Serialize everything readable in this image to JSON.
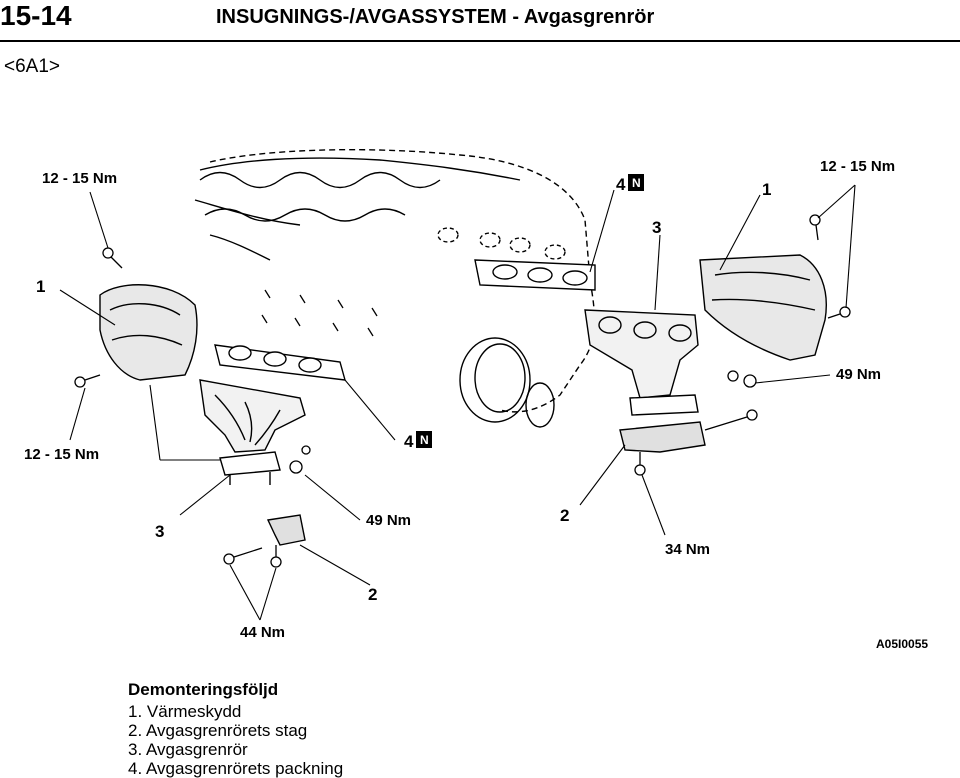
{
  "header": {
    "page_number": "15-14",
    "title": "INSUGNINGS-/AVGASSYSTEM",
    "separator": "-",
    "subtitle": "Avgasgrenrör"
  },
  "model_code": "<6A1>",
  "diagram": {
    "torque_12_15": "12 - 15 Nm",
    "torque_49": "49 Nm",
    "torque_34": "34 Nm",
    "torque_44": "44 Nm",
    "callout_1": "1",
    "callout_2": "2",
    "callout_3": "3",
    "callout_4": "4",
    "n_mark": "N",
    "ref_code": "A05I0055"
  },
  "procedure": {
    "heading": "Demonteringsföljd",
    "steps": [
      "1. Värmeskydd",
      "2. Avgasgrenrörets stag",
      "3. Avgasgrenrör",
      "4. Avgasgrenrörets packning"
    ]
  }
}
